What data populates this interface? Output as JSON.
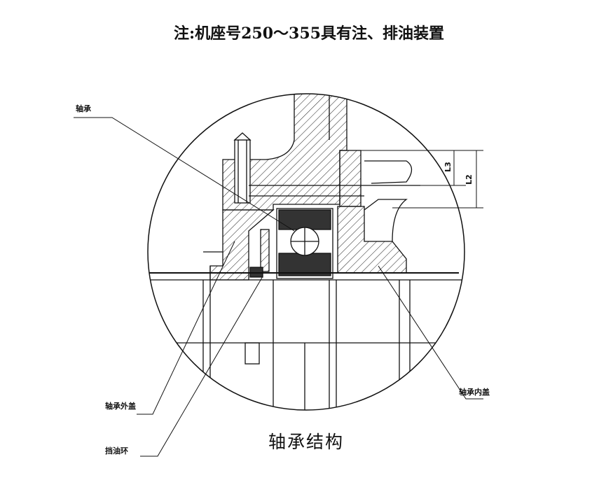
{
  "title": "注:机座号250～355具有注、排油装置",
  "caption": "轴承结构",
  "labels": {
    "bearing": "轴承",
    "outer_cover": "轴承外盖",
    "oil_ring": "挡油环",
    "inner_cover": "轴承内盖"
  },
  "dimensions": {
    "l3": "L3",
    "l2": "L2"
  }
}
